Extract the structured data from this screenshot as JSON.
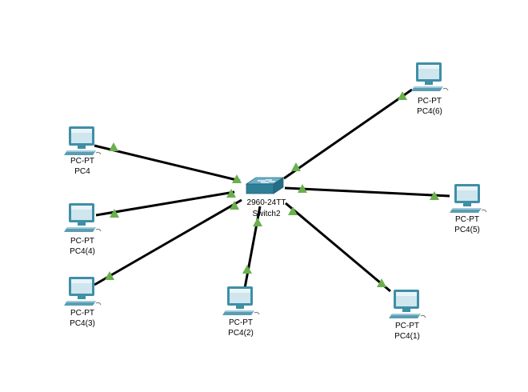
{
  "colors": {
    "link": "#000000",
    "link_light": "#6ab04c",
    "device_blue": "#3f8fa6",
    "device_light": "#cfe6ee",
    "switch_top": "#6fb2c8",
    "switch_front": "#2f7f98"
  },
  "switch": {
    "model": "2960-24TT",
    "name": "Switch2",
    "icon": "switch-icon"
  },
  "pcs": [
    {
      "id": "pc4",
      "model": "PC-PT",
      "name": "PC4",
      "icon": "pc-icon"
    },
    {
      "id": "pc4-4",
      "model": "PC-PT",
      "name": "PC4(4)",
      "icon": "pc-icon"
    },
    {
      "id": "pc4-3",
      "model": "PC-PT",
      "name": "PC4(3)",
      "icon": "pc-icon"
    },
    {
      "id": "pc4-2",
      "model": "PC-PT",
      "name": "PC4(2)",
      "icon": "pc-icon"
    },
    {
      "id": "pc4-1",
      "model": "PC-PT",
      "name": "PC4(1)",
      "icon": "pc-icon"
    },
    {
      "id": "pc4-5",
      "model": "PC-PT",
      "name": "PC4(5)",
      "icon": "pc-icon"
    },
    {
      "id": "pc4-6",
      "model": "PC-PT",
      "name": "PC4(6)",
      "icon": "pc-icon"
    }
  ],
  "links": [
    {
      "from": "pc4",
      "to": "switch",
      "status": "up"
    },
    {
      "from": "pc4-4",
      "to": "switch",
      "status": "up"
    },
    {
      "from": "pc4-3",
      "to": "switch",
      "status": "up"
    },
    {
      "from": "pc4-2",
      "to": "switch",
      "status": "up"
    },
    {
      "from": "pc4-1",
      "to": "switch",
      "status": "up"
    },
    {
      "from": "pc4-5",
      "to": "switch",
      "status": "up"
    },
    {
      "from": "pc4-6",
      "to": "switch",
      "status": "up"
    }
  ]
}
